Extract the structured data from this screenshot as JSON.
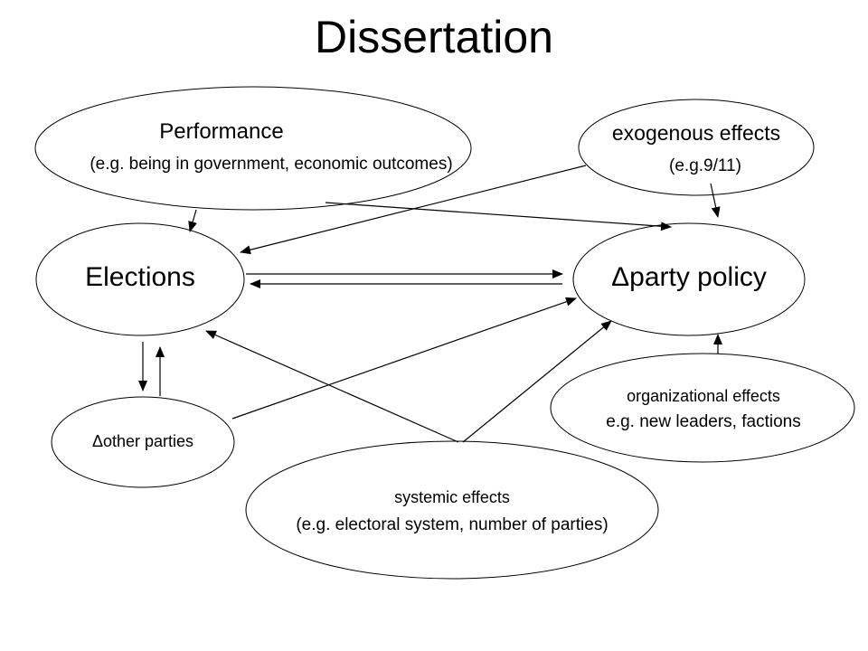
{
  "title": "Dissertation",
  "nodes": {
    "performance": {
      "title": "Performance",
      "subtitle": "(e.g. being in government, economic outcomes)"
    },
    "exogenous": {
      "title": "exogenous effects",
      "subtitle": "(e.g.9/11)"
    },
    "elections": {
      "title": "Elections"
    },
    "party_policy": {
      "title": "Δparty policy"
    },
    "other_parties": {
      "title": "Δother parties"
    },
    "organizational": {
      "title": "organizational effects",
      "subtitle": "e.g. new leaders, factions"
    },
    "systemic": {
      "title": "systemic effects",
      "subtitle": "(e.g. electoral system, number of parties)"
    }
  },
  "edges": [
    {
      "from": "performance",
      "to": "elections"
    },
    {
      "from": "performance",
      "to": "party_policy"
    },
    {
      "from": "exogenous",
      "to": "elections"
    },
    {
      "from": "exogenous",
      "to": "party_policy"
    },
    {
      "from": "elections",
      "to": "party_policy"
    },
    {
      "from": "party_policy",
      "to": "elections"
    },
    {
      "from": "elections",
      "to": "other_parties"
    },
    {
      "from": "other_parties",
      "to": "elections"
    },
    {
      "from": "other_parties",
      "to": "party_policy"
    },
    {
      "from": "systemic",
      "to": "elections"
    },
    {
      "from": "systemic",
      "to": "party_policy"
    },
    {
      "from": "organizational",
      "to": "party_policy"
    }
  ]
}
